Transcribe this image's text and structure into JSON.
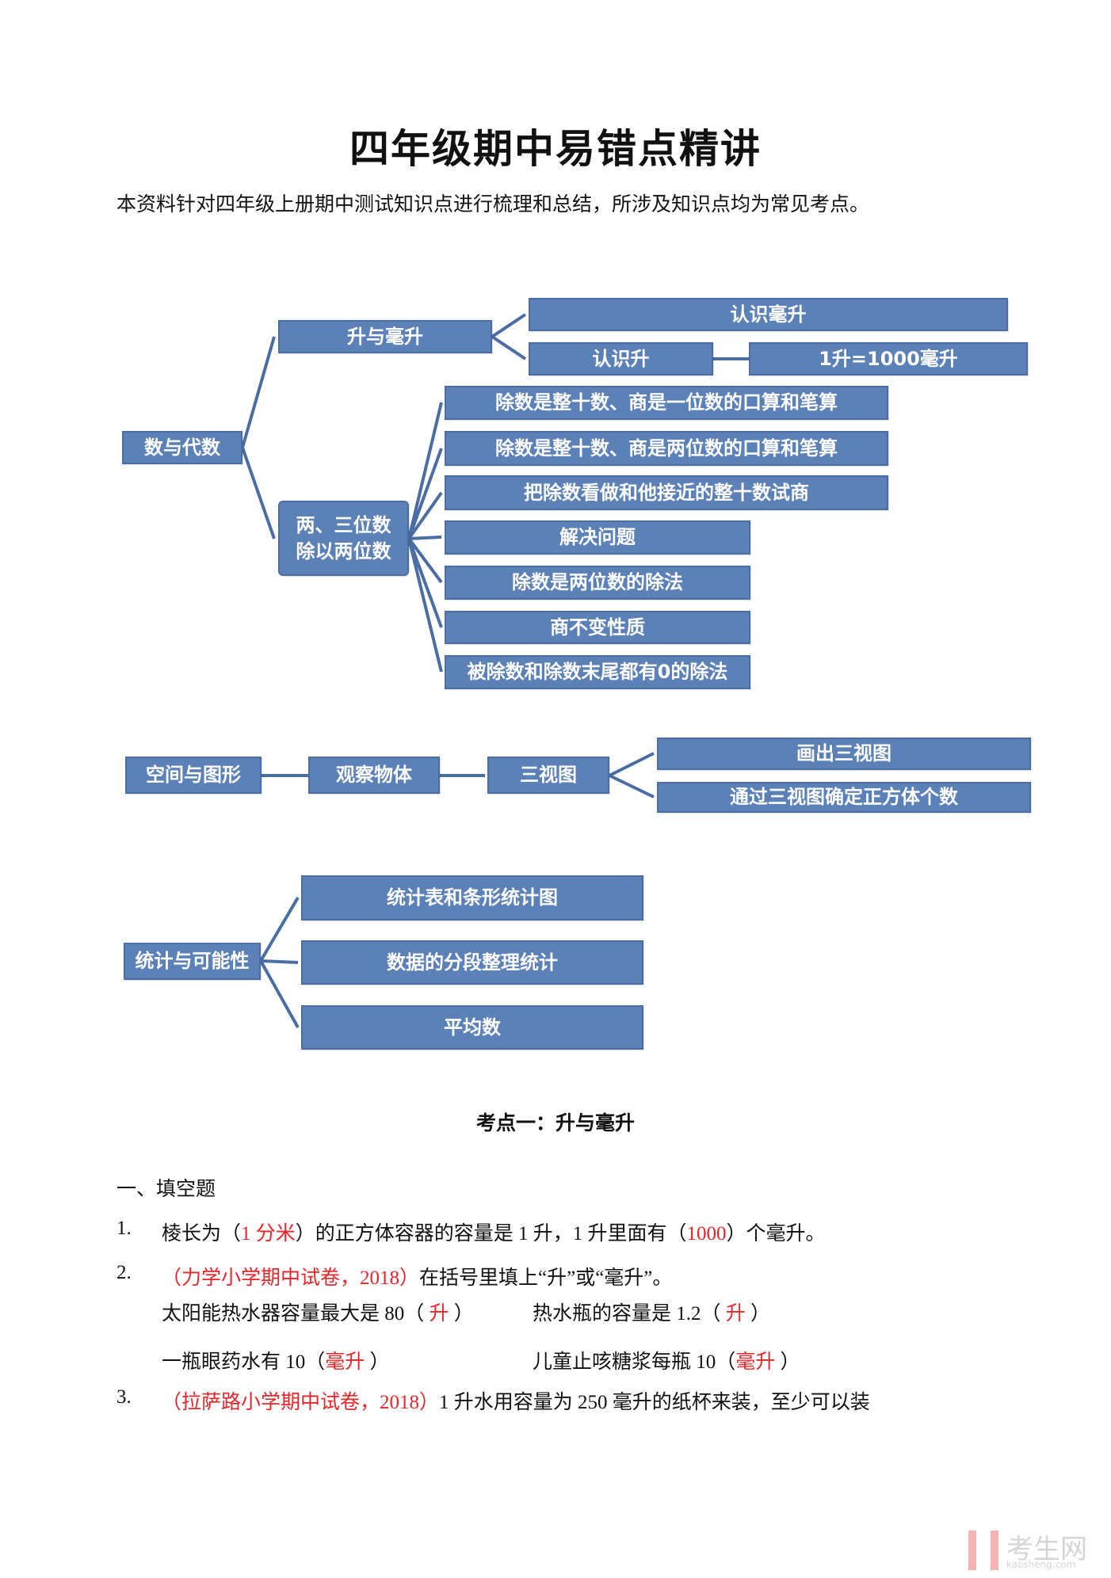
{
  "title": "四年级期中易错点精讲",
  "subtitle": "本资料针对四年级上册期中测试知识点进行梳理和总结，所涉及知识点均为常见考点。",
  "mindmap": {
    "algebra": {
      "root": "数与代数",
      "liter": "升与毫升",
      "liter_items": {
        "ml": "认识毫升",
        "l": "认识升",
        "eq": "1升=1000毫升"
      },
      "division": "两、三位数\n除以两位数",
      "division_items": [
        "除数是整十数、商是一位数的口算和笔算",
        "除数是整十数、商是两位数的口算和笔算",
        "把除数看做和他接近的整十数试商",
        "解决问题",
        "除数是两位数的除法",
        "商不变性质",
        "被除数和除数末尾都有0的除法"
      ]
    },
    "geometry": {
      "root": "空间与图形",
      "observe": "观察物体",
      "views": "三视图",
      "items": [
        "画出三视图",
        "通过三视图确定正方体个数"
      ]
    },
    "stats": {
      "root": "统计与可能性",
      "items": [
        "统计表和条形统计图",
        "数据的分段整理统计",
        "平均数"
      ]
    }
  },
  "section_heading": "考点一：升与毫升",
  "part_heading": "一、填空题",
  "q1": {
    "num": "1.",
    "a": "棱长为（",
    "b": "1 分米",
    "c": "）的正方体容器的容量是 1 升，1 升里面有（",
    "d": "1000",
    "e": "）个毫升。"
  },
  "q2": {
    "num": "2.",
    "src": "（力学小学期中试卷，2018）",
    "text": "在括号里填上“升”或“毫升”。",
    "r1a": "太阳能热水器容量最大是 80（",
    "r1b": "升",
    "r1c": "）",
    "r2a": "热水瓶的容量是 1.2（",
    "r2b": "升",
    "r2c": "）",
    "r3a": "一瓶眼药水有 10（",
    "r3b": "毫升",
    "r3c": "）",
    "r4a": "儿童止咳糖浆每瓶 10（",
    "r4b": "毫升",
    "r4c": "）"
  },
  "q3": {
    "num": "3.",
    "src": "（拉萨路小学期中试卷，2018）",
    "text": "1 升水用容量为 250 毫升的纸杯来装，至少可以装"
  },
  "logo": {
    "cn": "考生网",
    "en": "kaosheng.com"
  }
}
